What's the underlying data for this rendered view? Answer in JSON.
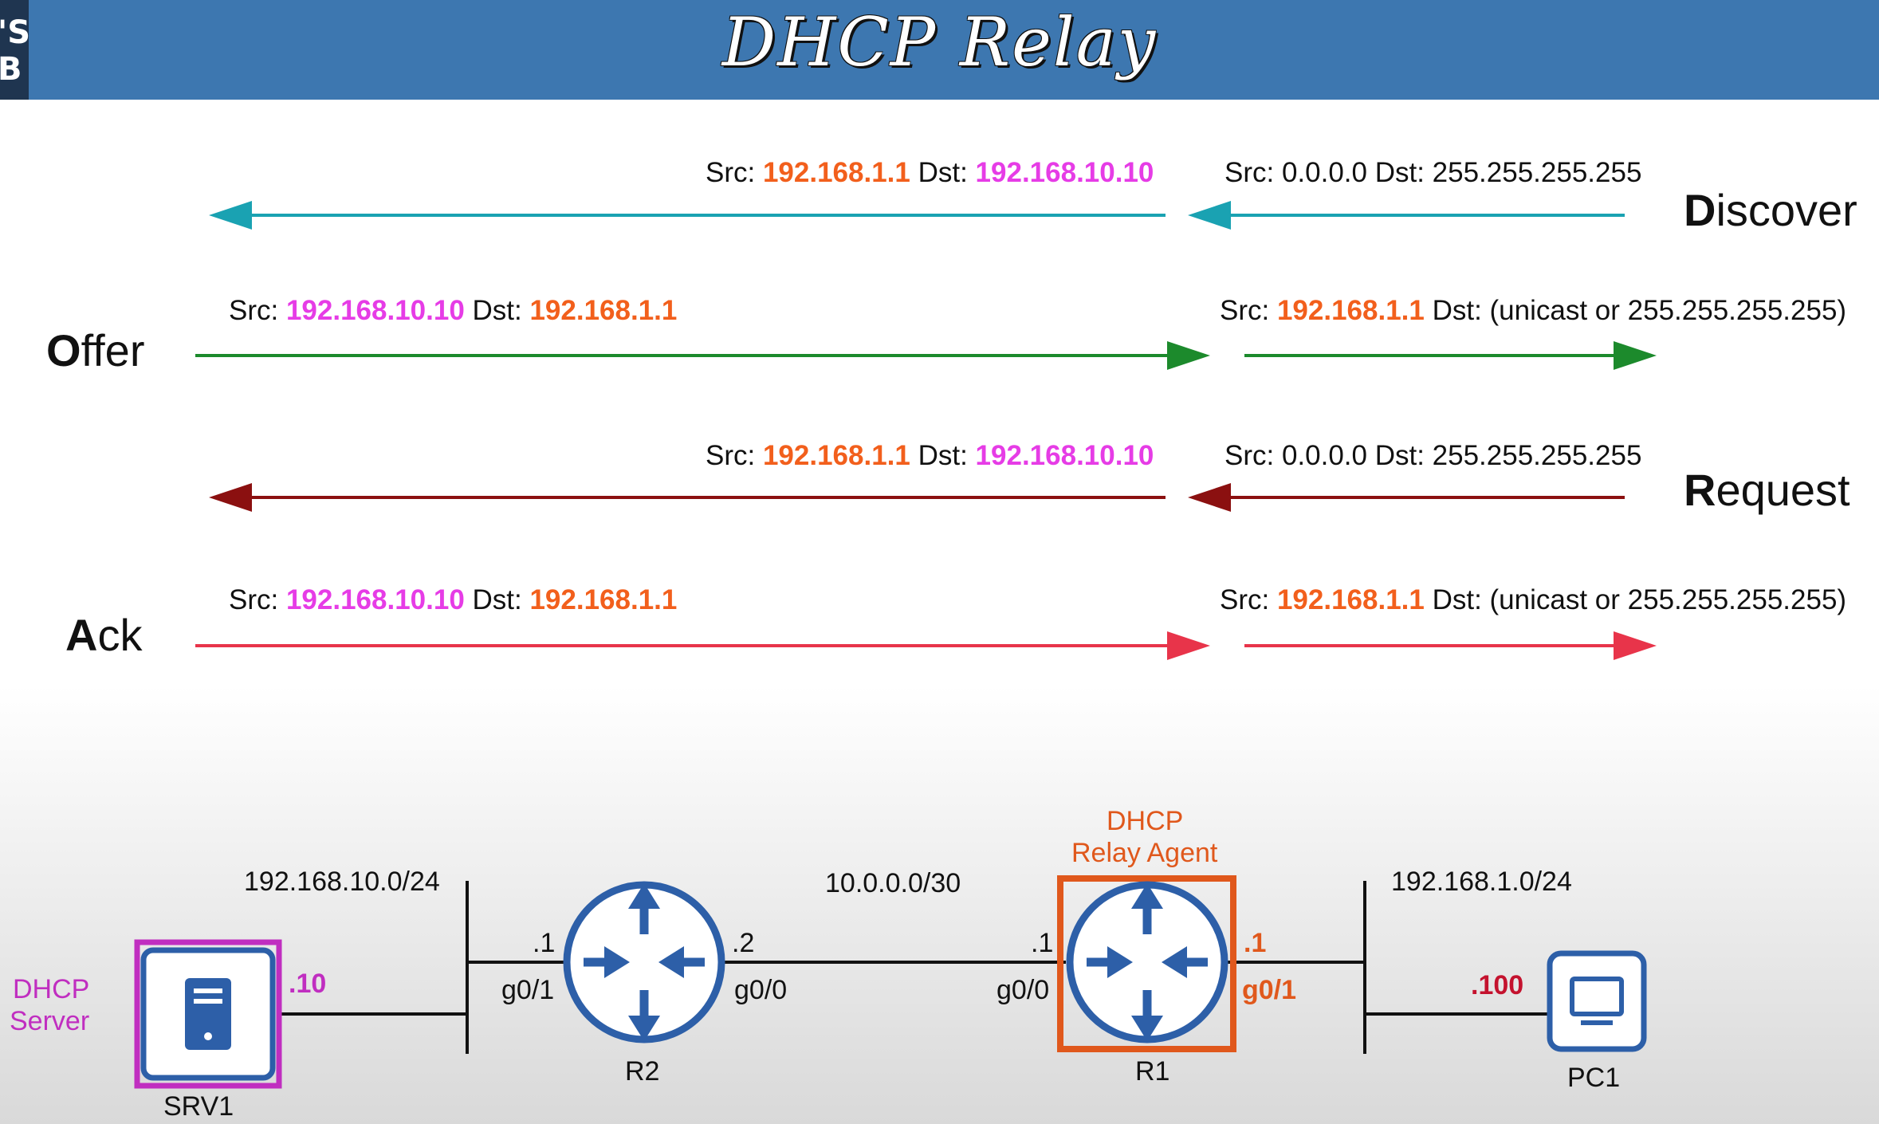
{
  "header": {
    "title": "DHCP Relay",
    "logo_fragment": "'S B"
  },
  "colors": {
    "banner": "#3d77b0",
    "orange_ip": "#f25f1c",
    "magenta_ip": "#e63ce6",
    "discover": "#1aa2b2",
    "offer": "#1c8a2c",
    "request": "#8b1010",
    "ack": "#e8344a",
    "device_blue": "#2d5fa8",
    "server_box": "#c02ec0",
    "relay_box": "#e0581c",
    "pc1_ip": "#c4122e"
  },
  "messages": [
    {
      "id": "discover",
      "initial": "D",
      "rest": "iscover",
      "left_segment": {
        "src_label": "Src: ",
        "src": "192.168.1.1",
        "dst_label": " Dst: ",
        "dst": "192.168.10.10"
      },
      "right_segment": {
        "text": "Src: 0.0.0.0 Dst: 255.255.255.255"
      },
      "direction": "left"
    },
    {
      "id": "offer",
      "initial": "O",
      "rest": "ffer",
      "left_segment": {
        "src_label": "Src: ",
        "src": "192.168.10.10",
        "dst_label": " Dst: ",
        "dst": "192.168.1.1"
      },
      "right_segment": {
        "src_label": "Src: ",
        "src": "192.168.1.1",
        "dst_text": " Dst: (unicast or 255.255.255.255)"
      },
      "direction": "right"
    },
    {
      "id": "request",
      "initial": "R",
      "rest": "equest",
      "left_segment": {
        "src_label": "Src: ",
        "src": "192.168.1.1",
        "dst_label": " Dst: ",
        "dst": "192.168.10.10"
      },
      "right_segment": {
        "text": "Src: 0.0.0.0 Dst: 255.255.255.255"
      },
      "direction": "left"
    },
    {
      "id": "ack",
      "initial": "A",
      "rest": "ck",
      "left_segment": {
        "src_label": "Src: ",
        "src": "192.168.10.10",
        "dst_label": " Dst: ",
        "dst": "192.168.1.1"
      },
      "right_segment": {
        "src_label": "Src: ",
        "src": "192.168.1.1",
        "dst_text": " Dst: (unicast or 255.255.255.255)"
      },
      "direction": "right"
    }
  ],
  "topology": {
    "networks": {
      "srv_lan": "192.168.10.0/24",
      "transit": "10.0.0.0/30",
      "pc_lan": "192.168.1.0/24"
    },
    "srv1": {
      "name": "SRV1",
      "role_line1": "DHCP",
      "role_line2": "Server",
      "ip": ".10",
      "icon": "server-icon"
    },
    "r2": {
      "name": "R2",
      "left_ip": ".1",
      "left_if": "g0/1",
      "right_ip": ".2",
      "right_if": "g0/0",
      "icon": "router-icon"
    },
    "r1": {
      "name": "R1",
      "role_line1": "DHCP",
      "role_line2": "Relay Agent",
      "left_ip": ".1",
      "left_if": "g0/0",
      "right_ip": ".1",
      "right_if": "g0/1",
      "icon": "router-icon"
    },
    "pc1": {
      "name": "PC1",
      "ip": ".100",
      "icon": "pc-icon"
    }
  }
}
